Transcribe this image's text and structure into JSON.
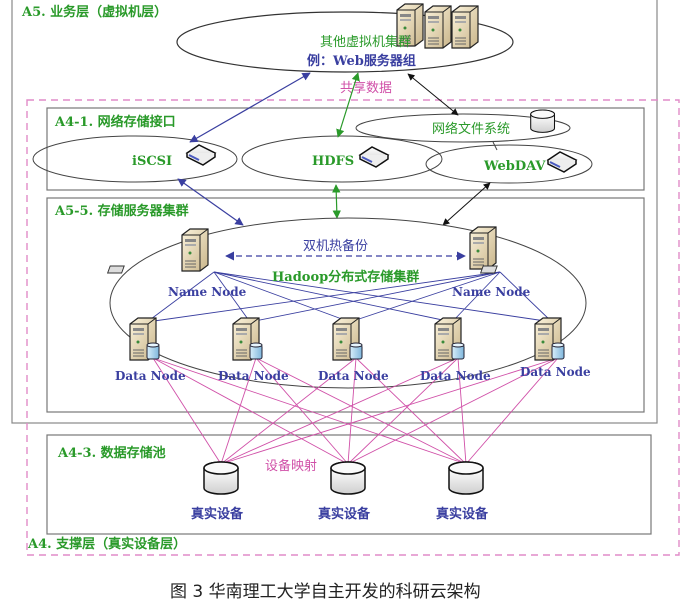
{
  "colors": {
    "green": "#2a9a2a",
    "blue": "#3a3fa0",
    "pink": "#d050a8",
    "frame": "#777777"
  },
  "layers": {
    "a5": {
      "title": "A5. 业务层（虚拟机层）"
    },
    "a4_1": {
      "title": "A4-1. 网络存储接口"
    },
    "a5_5": {
      "title": "A5-5. 存储服务器集群"
    },
    "a4_3": {
      "title": "A4-3. 数据存储池"
    },
    "a4": {
      "title": "A4. 支撑层（真实设备层）"
    }
  },
  "vm_cluster": {
    "title": "其他虚拟机集群",
    "example": "例：Web服务器组"
  },
  "shared_data": "共享数据",
  "interfaces": {
    "iscsi": "iSCSI",
    "hdfs": "HDFS",
    "webdav": "WebDAV",
    "nfs": "网络文件系统"
  },
  "hadoop": {
    "title": "Hadoop分布式存储集群",
    "hot_backup": "双机热备份",
    "name_nodes": [
      "Name Node",
      "Name Node"
    ],
    "data_nodes": [
      "Data Node",
      "Data Node",
      "Data Node",
      "Data Node",
      "Data Node"
    ]
  },
  "storage_pool": {
    "mapping": "设备映射",
    "devices": [
      "真实设备",
      "真实设备",
      "真实设备"
    ]
  },
  "caption": "图 3  华南理工大学自主开发的科研云架构"
}
